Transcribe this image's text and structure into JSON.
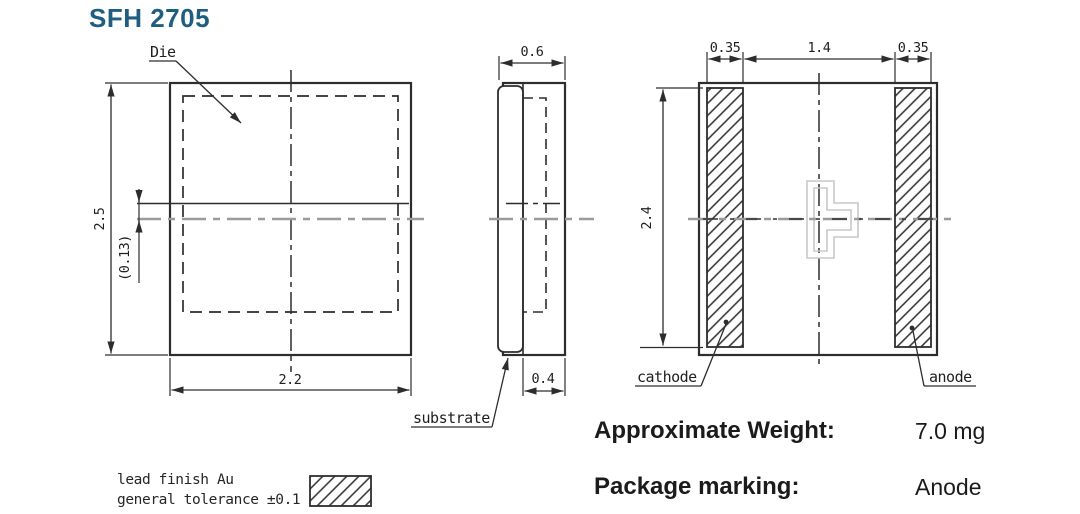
{
  "title": "SFH 2705",
  "drawing": {
    "front_view": {
      "die_label": "Die",
      "dim_height": "2.5",
      "dim_die_offset": "(0.13)",
      "dim_width": "2.2"
    },
    "side_view": {
      "dim_total_thickness": "0.6",
      "dim_body_thickness": "0.4",
      "substrate_label": "substrate"
    },
    "bottom_view": {
      "dim_pad_width_left": "0.35",
      "dim_center_width": "1.4",
      "dim_pad_width_right": "0.35",
      "dim_pad_height": "2.4",
      "cathode_label": "cathode",
      "anode_label": "anode"
    }
  },
  "legend": {
    "line1": "lead finish Au",
    "line2": "general tolerance ±0.1"
  },
  "specs": {
    "weight_label": "Approximate Weight:",
    "weight_value": "7.0 mg",
    "marking_label": "Package marking:",
    "marking_value": "Anode"
  },
  "colors": {
    "title_accent": "#1f5e80",
    "drawing_line": "#2d2d2d",
    "axis_gray": "#9b9b9b",
    "marking_outline_gray": "#c8c8c8"
  }
}
